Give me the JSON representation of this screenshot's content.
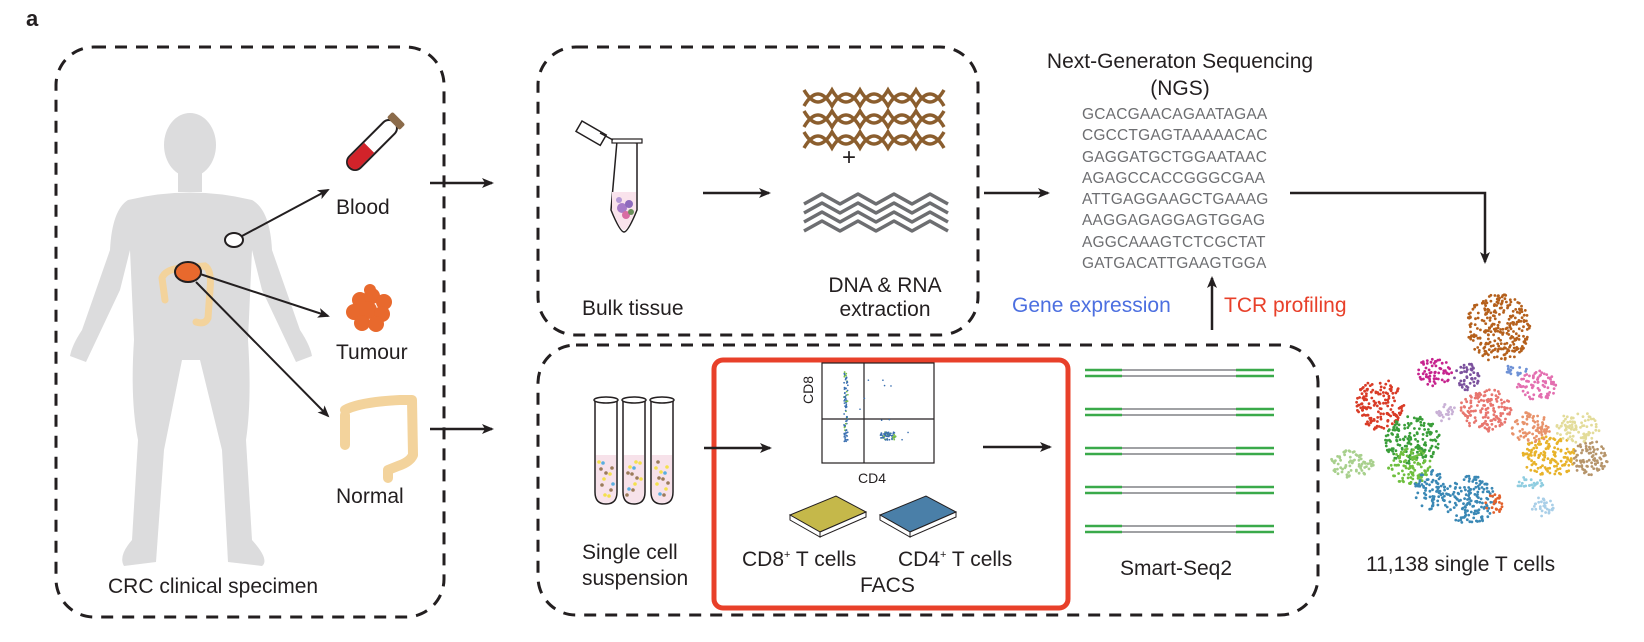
{
  "figure": {
    "panel_label": "a",
    "colors": {
      "dashed_border": "#231f20",
      "highlight_border": "#e8402a",
      "body_silhouette": "#dcdcdd",
      "blood": "#d2232a",
      "tumour": "#e8692d",
      "colon": "#f3d39c",
      "dna": "#8b5e2e",
      "rna": "#6d6e71",
      "smartseq_green": "#3aaa4a",
      "gene_expression": "#4c6fe0",
      "tcr_profiling": "#e8402a",
      "sequence_text": "#6d6e71"
    }
  },
  "specimen_panel": {
    "title": "CRC clinical specimen",
    "samples": [
      {
        "label": "Blood",
        "icon": "blood-tube-icon"
      },
      {
        "label": "Tumour",
        "icon": "tumour-icon"
      },
      {
        "label": "Normal",
        "icon": "colon-icon"
      }
    ]
  },
  "bulk_panel": {
    "tube_label": "Bulk tissue",
    "extraction_label_line1": "DNA & RNA",
    "extraction_label_line2": "extraction",
    "plus": "+"
  },
  "ngs": {
    "title_line1": "Next-Generaton Sequencing",
    "title_line2": "(NGS)",
    "sequences": [
      "GCACGAACAGAATAGAA",
      "CGCCTGAGTAAAAACAC",
      "GAGGATGCTGGAATAAC",
      "AGAGCCACCGGGCGAA",
      "ATTGAGGAAGCTGAAAG",
      "AAGGAGAGGAGTGGAG",
      "AGGCAAAGTCTCGCTAT",
      "GATGACATTGAAGTGGA"
    ],
    "gene_expression": "Gene expression",
    "tcr_profiling": "TCR profiling"
  },
  "single_cell_panel": {
    "suspension_line1": "Single cell",
    "suspension_line2": "suspension",
    "facs": {
      "y_axis": "CD8",
      "x_axis": "CD4",
      "cd8_label": "CD8",
      "cd4_label": "CD4",
      "plus_sup": "+",
      "t_cells": " T cells",
      "title": "FACS"
    },
    "smartseq_label": "Smart-Seq2"
  },
  "result": {
    "label": "11,138 single T cells"
  }
}
